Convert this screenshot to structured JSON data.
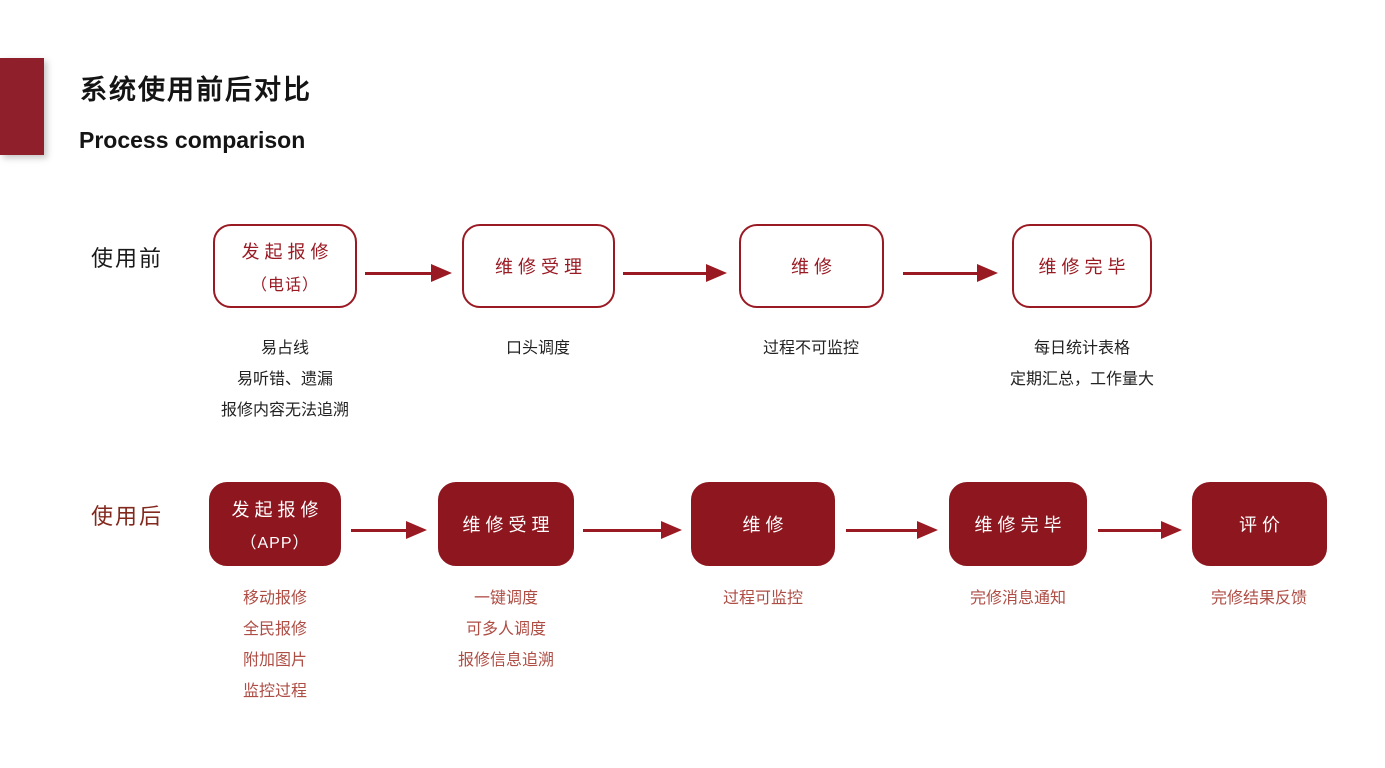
{
  "slide": {
    "title": "系统使用前后对比",
    "subtitle": "Process comparison"
  },
  "colors": {
    "accent_dark_red": "#8e1f2b",
    "outline_red": "#9a1a23",
    "filled_box_red": "#8d161f",
    "after_notes_red": "#ae4d44",
    "after_label_red": "#82281c",
    "text_black": "#1a1a1a"
  },
  "before": {
    "row_label": "使用前",
    "steps": [
      {
        "label": "发起报修",
        "sublabel": "（电话）",
        "notes": [
          "易占线",
          "易听错、遗漏",
          "报修内容无法追溯"
        ]
      },
      {
        "label": "维修受理",
        "notes": [
          "口头调度"
        ]
      },
      {
        "label": "维修",
        "notes": [
          "过程不可监控"
        ]
      },
      {
        "label": "维修完毕",
        "notes": [
          "每日统计表格",
          "定期汇总，工作量大"
        ]
      }
    ]
  },
  "after": {
    "row_label": "使用后",
    "steps": [
      {
        "label": "发起报修",
        "sublabel": "（APP）",
        "notes": [
          "移动报修",
          "全民报修",
          "附加图片",
          "监控过程"
        ]
      },
      {
        "label": "维修受理",
        "notes": [
          "一键调度",
          "可多人调度",
          "报修信息追溯"
        ]
      },
      {
        "label": "维修",
        "notes": [
          "过程可监控"
        ]
      },
      {
        "label": "维修完毕",
        "notes": [
          "完修消息通知"
        ]
      },
      {
        "label": "评价",
        "notes": [
          "完修结果反馈"
        ]
      }
    ]
  }
}
